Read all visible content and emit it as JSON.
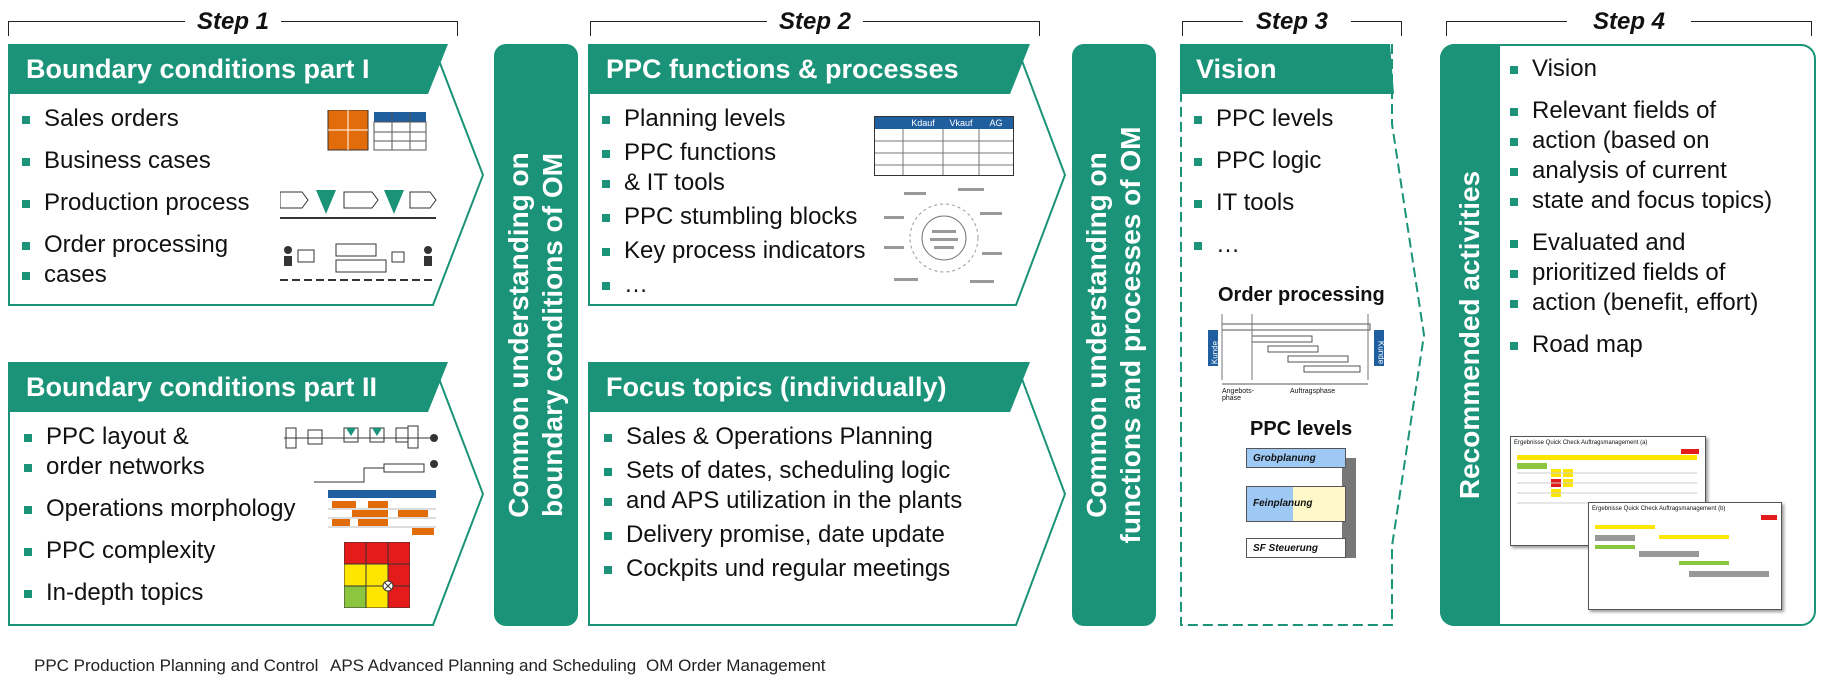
{
  "steps": [
    "Step 1",
    "Step 2",
    "Step 3",
    "Step 4"
  ],
  "box1": {
    "title": "Boundary conditions part I",
    "items": [
      "Sales orders",
      "Business cases",
      "Production process",
      "Order processing",
      "cases"
    ]
  },
  "box2": {
    "title": "Boundary conditions part II",
    "items": [
      "PPC layout &",
      "order networks",
      "Operations morphology",
      "PPC complexity",
      "In-depth topics"
    ]
  },
  "bar1": {
    "line1": "Common understanding on",
    "line2": "boundary conditions of OM"
  },
  "box3": {
    "title": "PPC functions & processes",
    "items": [
      "Planning levels",
      "PPC functions",
      "& IT tools",
      "PPC stumbling blocks",
      "Key process indicators",
      "…"
    ]
  },
  "box4": {
    "title": "Focus topics (individually)",
    "items": [
      "Sales & Operations Planning",
      "Sets of dates, scheduling logic",
      "and APS utilization in the plants",
      "Delivery promise, date update",
      "Cockpits und regular meetings"
    ]
  },
  "bar2": {
    "line1": "Common understanding on",
    "line2": "functions and processes of OM"
  },
  "box5": {
    "title": "Vision",
    "items": [
      "PPC levels",
      "PPC logic",
      "IT tools",
      "…"
    ],
    "order_processing": "Order processing",
    "ppc_levels": "PPC levels",
    "levels": [
      "Grobplanung",
      "Feinplanung",
      "SF Steuerung"
    ],
    "kunde": "Kunde",
    "phase1": "Angebots-phase",
    "phase2": "Auftragsphase"
  },
  "box6": {
    "bar": "Recommended activities",
    "items": [
      "Vision",
      "Relevant fields of",
      "action (based on",
      "analysis of current",
      "state and focus topics)",
      "Evaluated and",
      "prioritized fields of",
      "action (benefit, effort)",
      "Road map"
    ],
    "doc1_title": "Ergebnisse Quick Check Auftragsmanagement (a)",
    "doc2_title": "Ergebnisse Quick Check Auftragsmanagement (b)"
  },
  "table_headers": [
    "Kdauf",
    "Vkauf",
    "AG"
  ],
  "footer": [
    "PPC  Production Planning and Control",
    "APS  Advanced Planning and Scheduling",
    "OM  Order Management"
  ],
  "colors": {
    "accent": "#1a9379",
    "orange": "#e36c0a",
    "red": "#e31b1b",
    "yellow": "#ffe600",
    "green": "#8cc63f",
    "blue": "#9ec9f5"
  }
}
